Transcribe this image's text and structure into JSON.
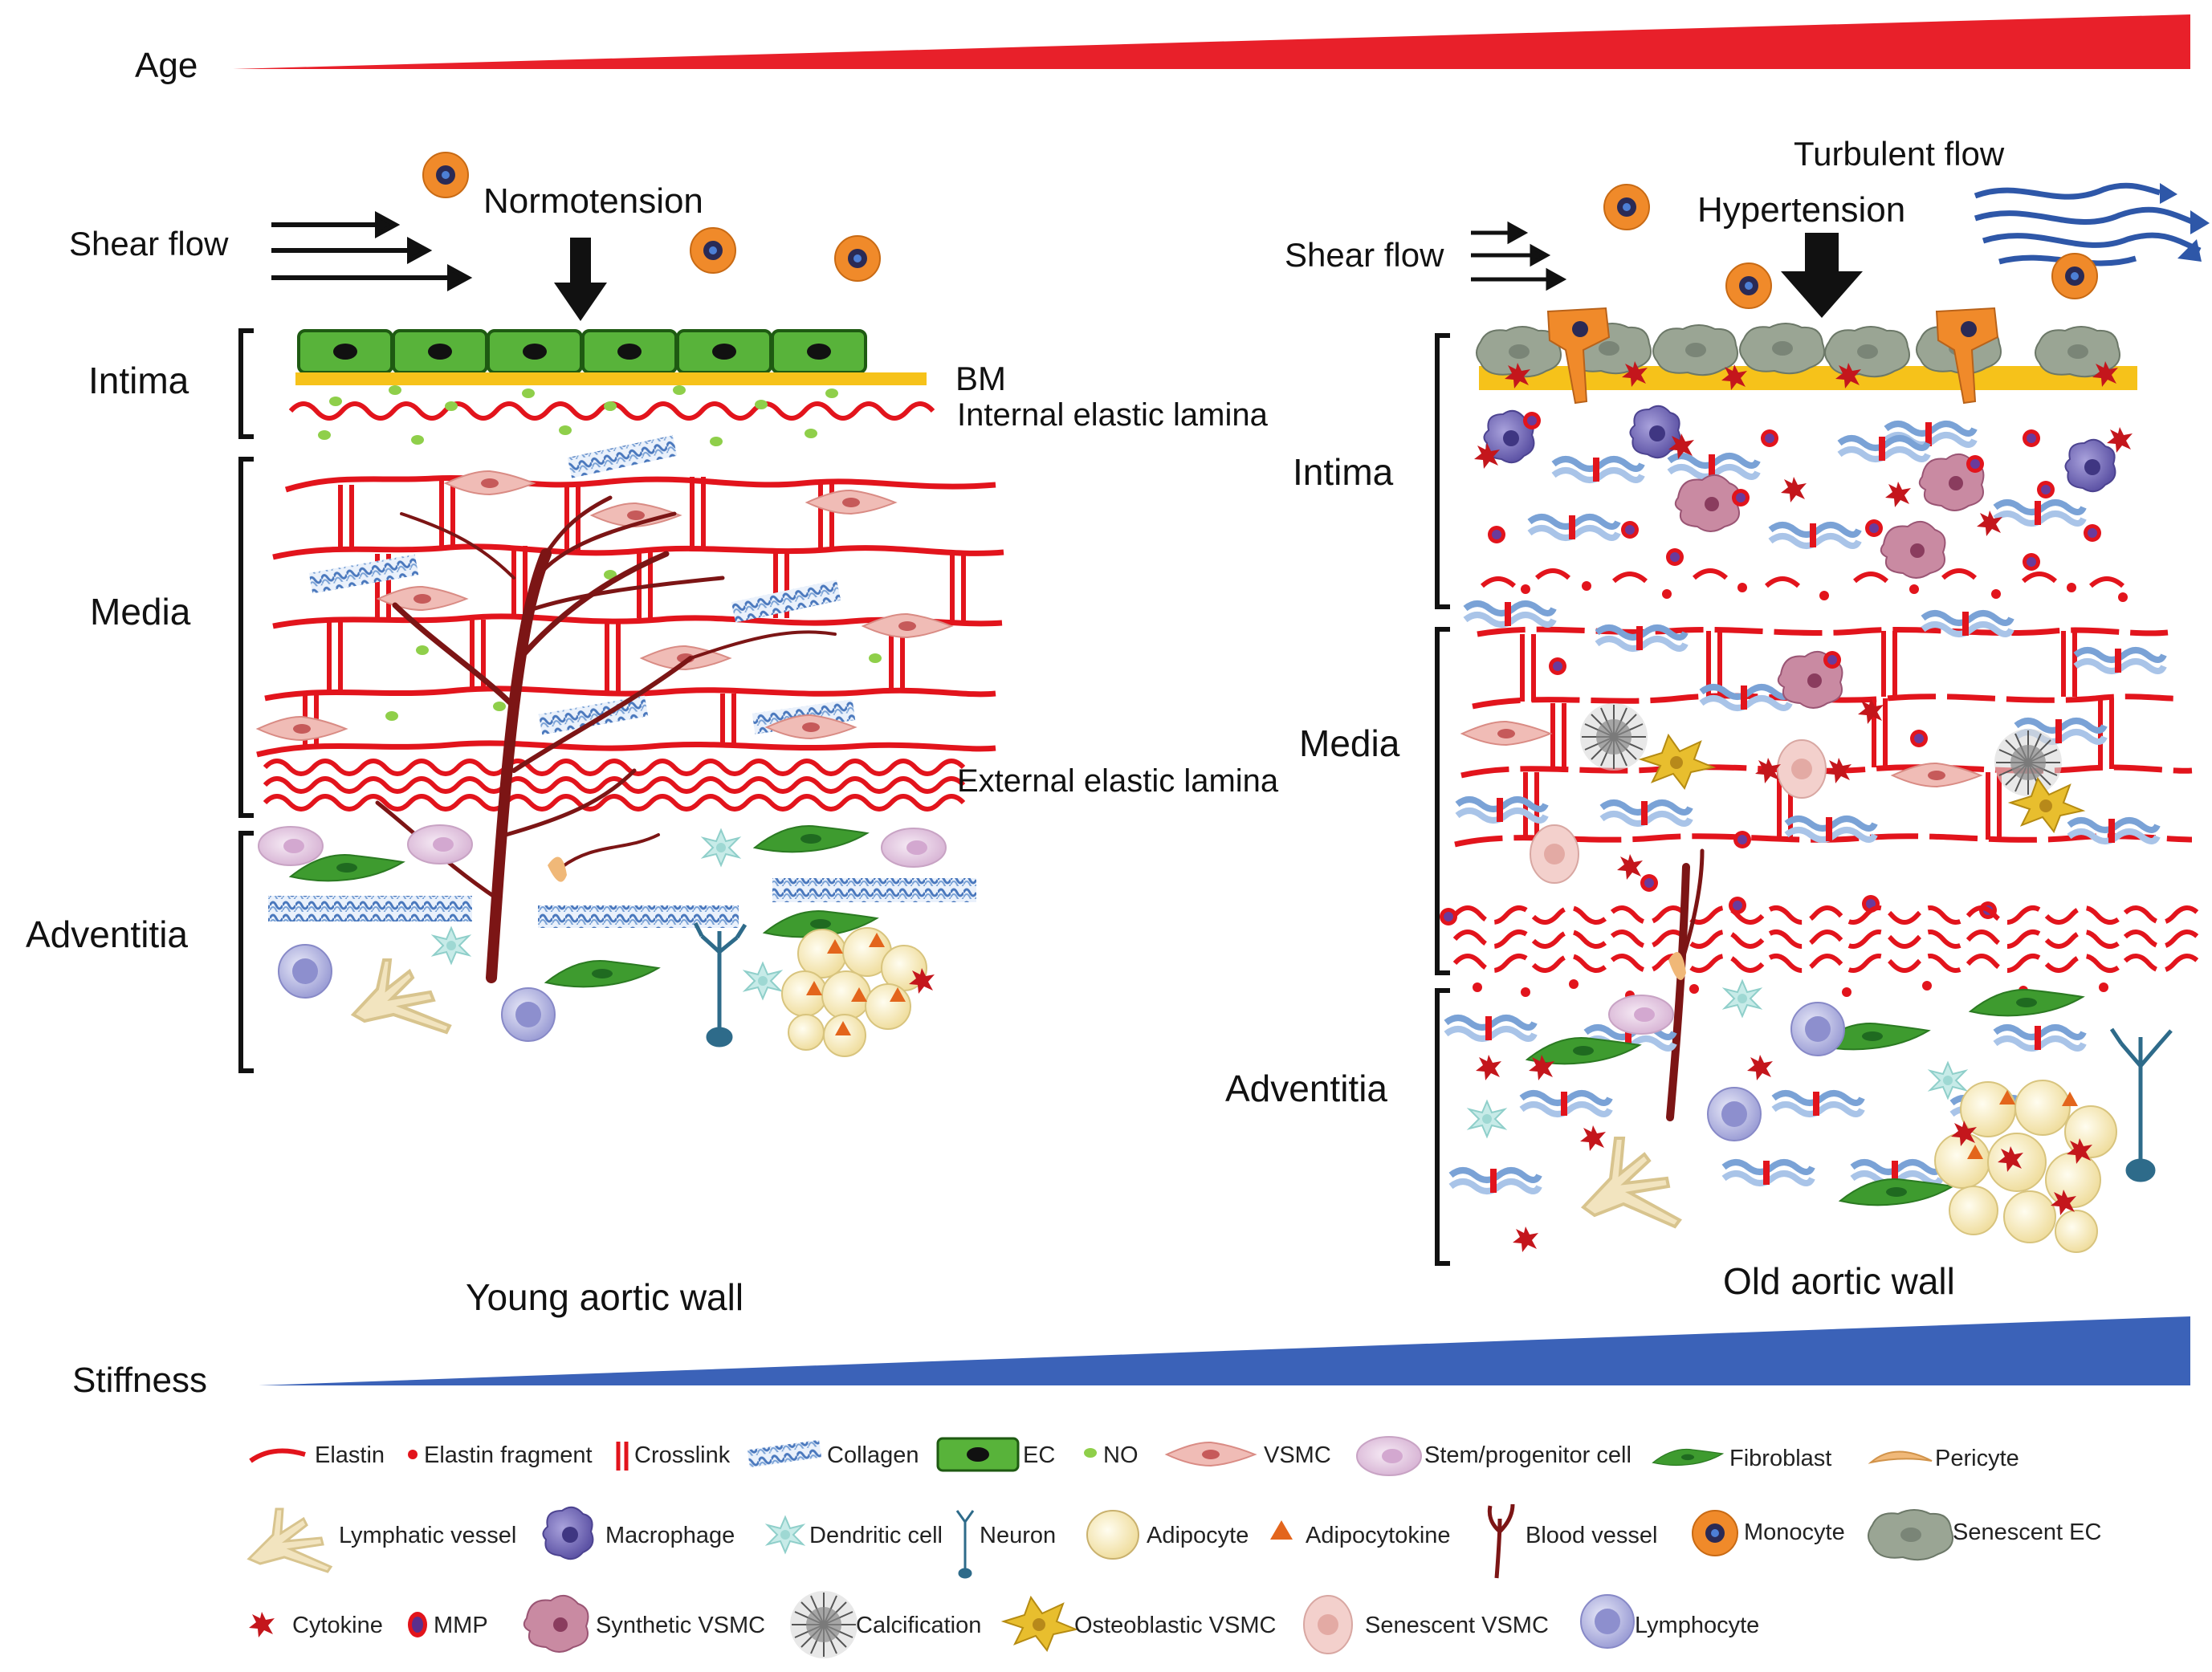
{
  "top_bar": {
    "label": "Age",
    "color": "#e8202a"
  },
  "bottom_bar": {
    "label": "Stiffness",
    "color": "#3b62b8"
  },
  "young": {
    "pressure": "Normotension",
    "flow": "Shear flow",
    "layers": {
      "intima": "Intima",
      "media": "Media",
      "adventitia": "Adventitia"
    },
    "annotations": {
      "bm": "BM",
      "iel": "Internal elastic lamina",
      "eel": "External elastic lamina"
    },
    "caption": "Young aortic wall"
  },
  "old": {
    "pressure": "Hypertension",
    "flow": "Shear flow",
    "turbulent": "Turbulent flow",
    "layers": {
      "intima": "Intima",
      "media": "Media",
      "adventitia": "Adventitia"
    },
    "caption": "Old aortic wall"
  },
  "legend": {
    "row1": [
      "Elastin",
      "Elastin fragment",
      "Crosslink",
      "Collagen",
      "EC",
      "NO",
      "VSMC",
      "Stem/progenitor cell",
      "Fibroblast",
      "Pericyte"
    ],
    "row2": [
      "Lymphatic vessel",
      "Macrophage",
      "Dendritic cell",
      "Neuron",
      "Adipocyte",
      "Adipocytokine",
      "Blood vessel",
      "Monocyte",
      "Senescent EC"
    ],
    "row3": [
      "Cytokine",
      "MMP",
      "Synthetic VSMC",
      "Calcification",
      "Osteoblastic VSMC",
      "Senescent VSMC",
      "Lymphocyte"
    ]
  },
  "colors": {
    "elastin": "#e2141c",
    "collagen": "#5b87c5",
    "ec": "#58b33a",
    "bm": "#f6c21a",
    "no": "#8fcf4a",
    "vsmc": "#e79a94",
    "stem": "#e6c9e3",
    "fibroblast": "#3e9b2f",
    "pericyte": "#f0b878",
    "lymphatic": "#f2e4bf",
    "macrophage": "#7a70b8",
    "dendritic": "#bfe6e3",
    "neuron": "#2e6b8a",
    "adipocyte": "#fbf1c8",
    "adipocytokine": "#e3651c",
    "blood_vessel": "#7c1515",
    "monocyte": "#f08a2a",
    "senescent_ec": "#9aa594",
    "cytokine": "#c4161c",
    "mmp": "#5b2f8c",
    "synthetic_vsmc": "#b86a86",
    "calcification": "#777777",
    "osteoblastic": "#e4b92a",
    "senescent_vsmc": "#f0c6c2",
    "lymphocyte": "#a9acdb"
  }
}
